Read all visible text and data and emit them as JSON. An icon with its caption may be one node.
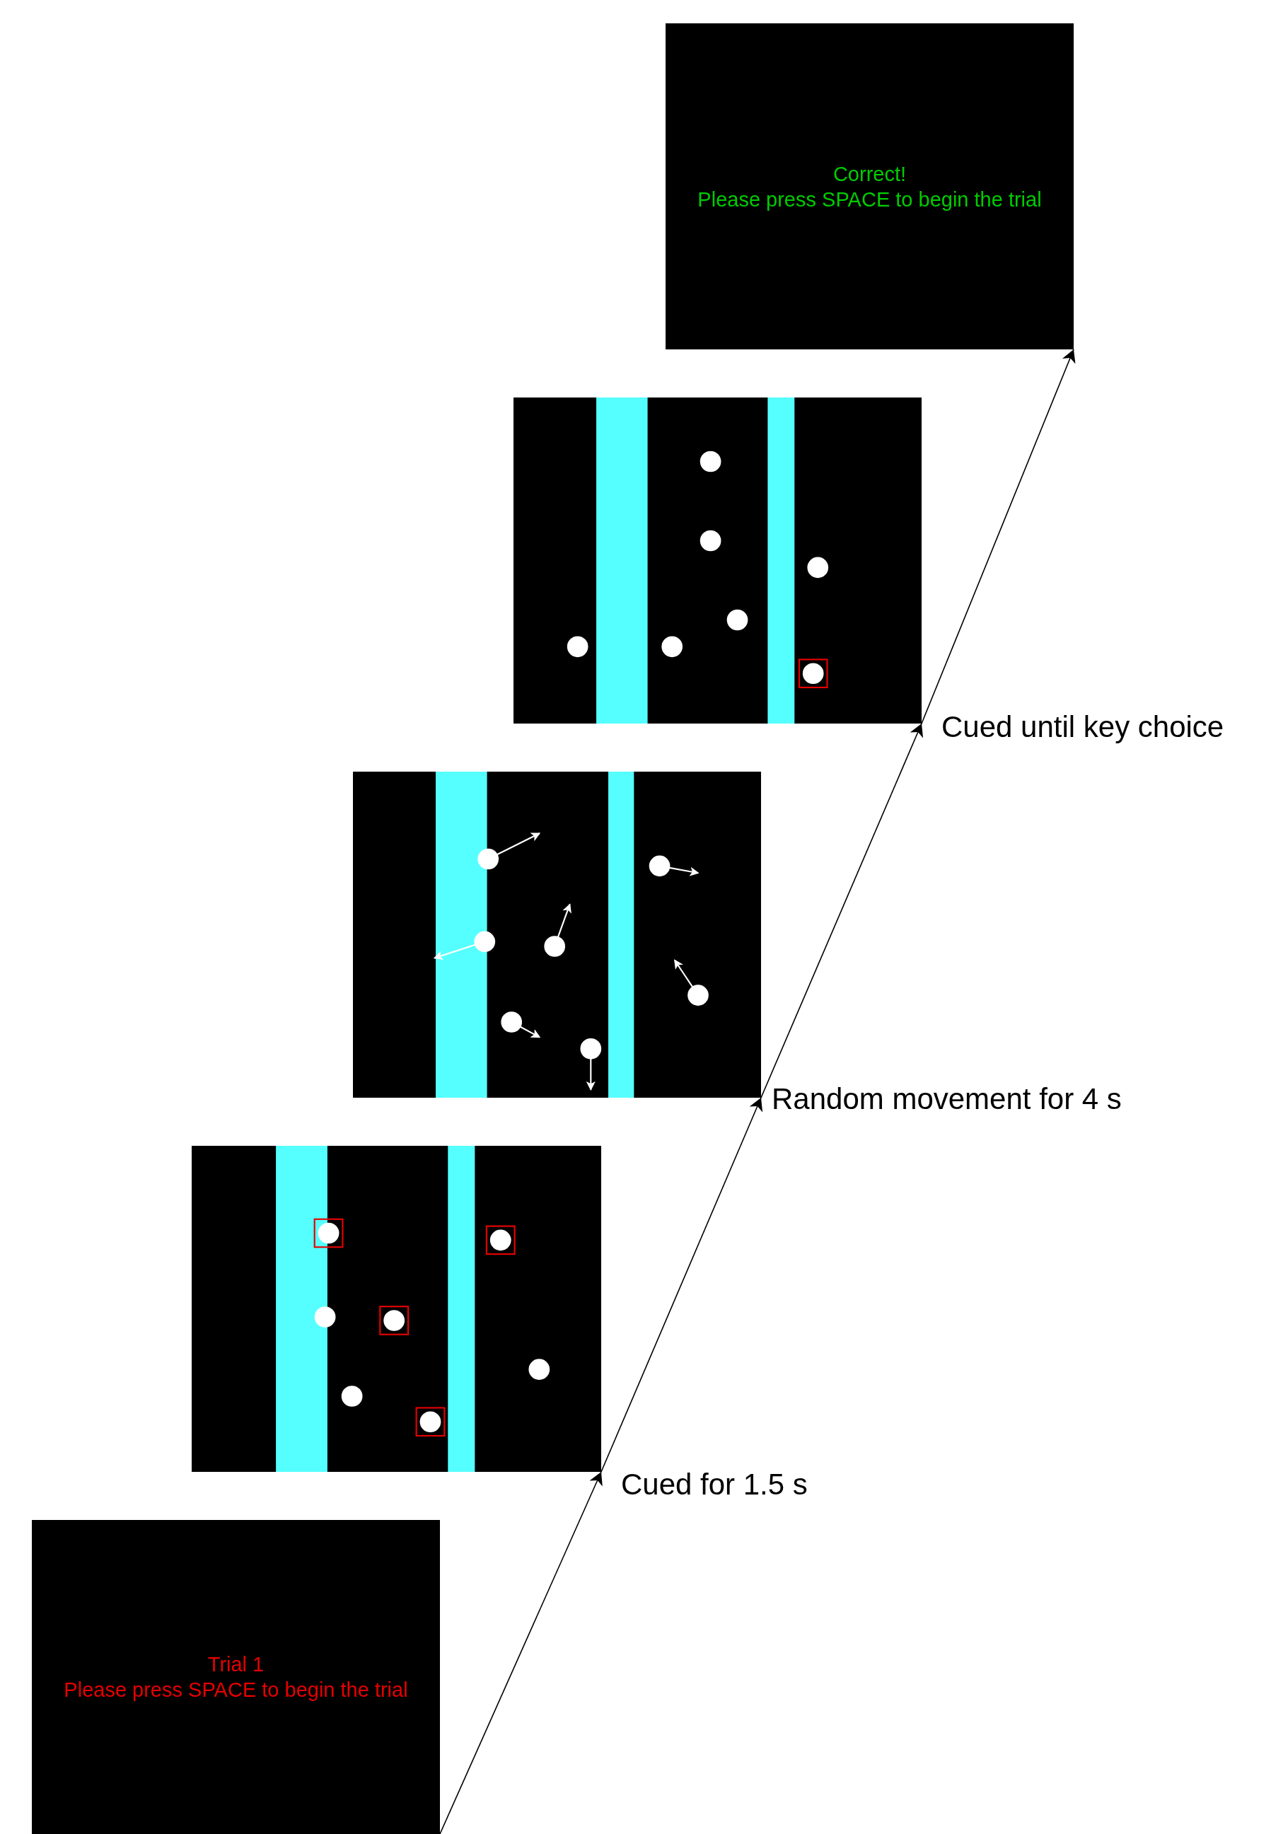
{
  "diagram": {
    "nodes": [
      {
        "text": [
          "Trial 1",
          "Please press SPACE to begin the trial"
        ]
      },
      {
        "text": [],
        "shape": "picture",
        "beside": [
          "Cued for 1.5 s"
        ]
      },
      {
        "text": [],
        "shape": "picture",
        "beside": [
          "Random movement for 4 s"
        ]
      },
      {
        "text": [],
        "shape": "picture",
        "beside": [
          "Cued until key choice"
        ]
      },
      {
        "text": [
          "Correct!",
          "Please press SPACE to begin the trial"
        ]
      }
    ],
    "edges": [
      {
        "from": 0,
        "to": 1,
        "arrow": "to"
      },
      {
        "from": 1,
        "to": 2,
        "arrow": "to"
      },
      {
        "from": 2,
        "to": 3,
        "arrow": "to"
      },
      {
        "from": 3,
        "to": 4,
        "arrow": "to"
      }
    ]
  }
}
